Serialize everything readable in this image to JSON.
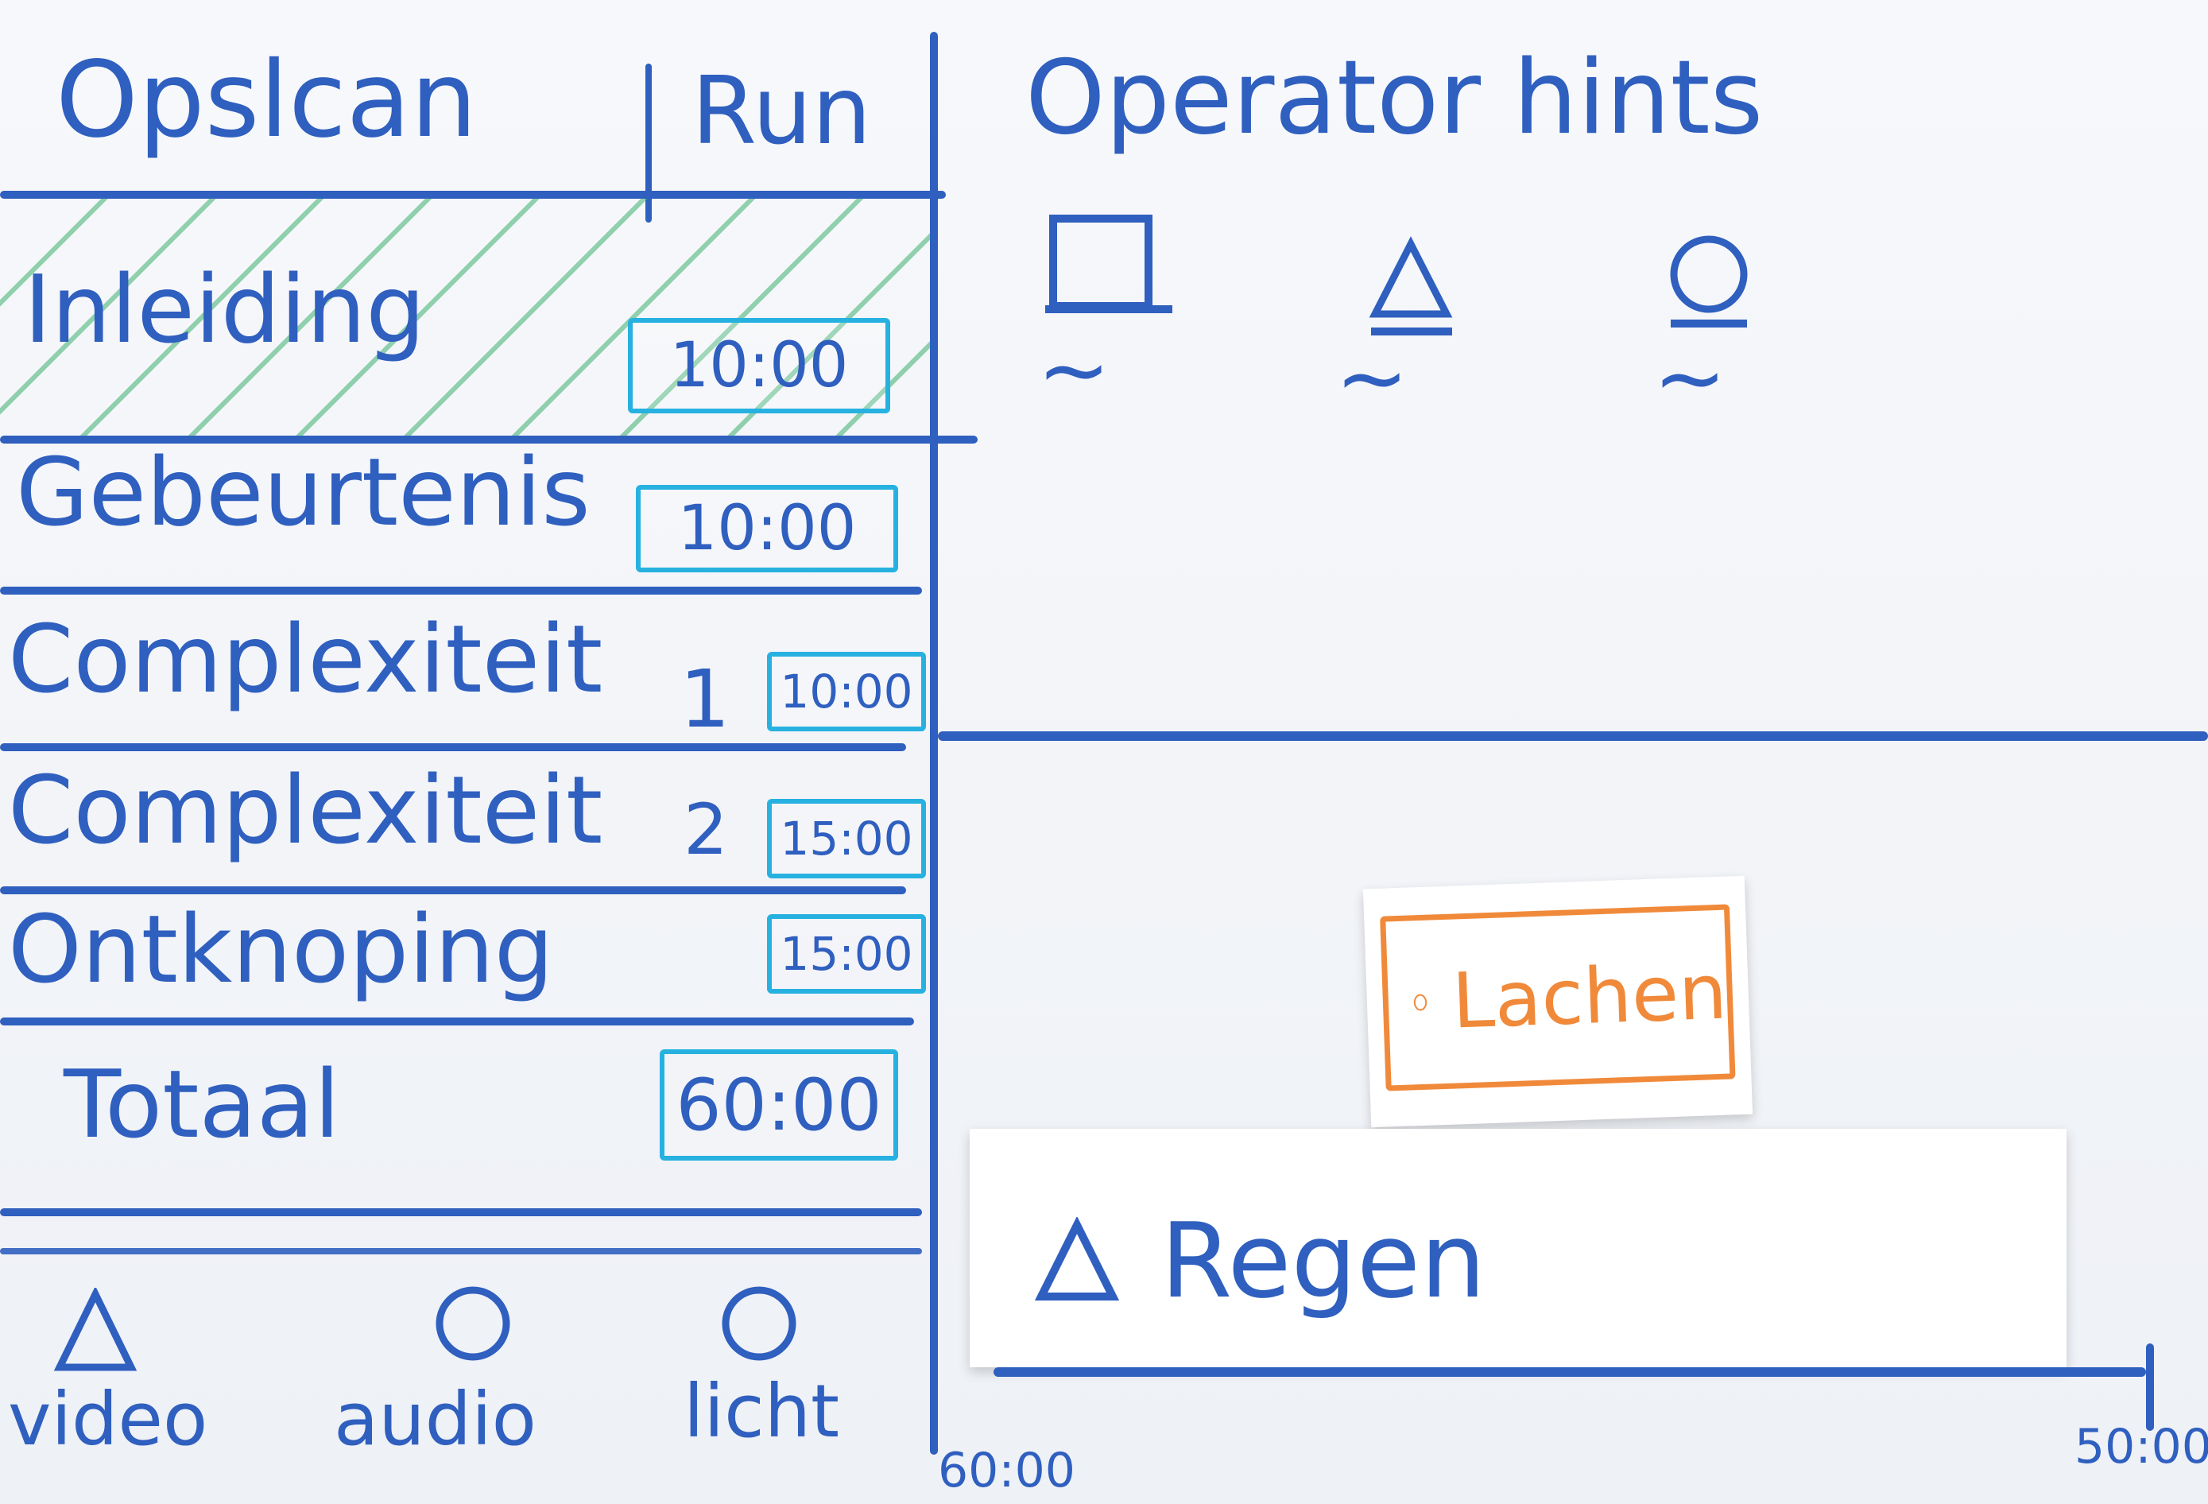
{
  "header": {
    "title": "Opslcan",
    "run_label": "Run",
    "hints_title": "Operator hints"
  },
  "schedule": {
    "rows": [
      {
        "label": "Inleiding",
        "time": "10:00",
        "active": true
      },
      {
        "label": "Gebeurtenis",
        "time": "10:00"
      },
      {
        "label": "Complexiteit",
        "number": "1",
        "time": "10:00"
      },
      {
        "label": "Complexiteit",
        "number": "2",
        "time": "15:00"
      },
      {
        "label": "Ontknoping",
        "time": "15:00"
      }
    ],
    "total": {
      "label": "Totaal",
      "time": "60:00"
    }
  },
  "cues": [
    {
      "icon": "triangle-icon",
      "label": "video"
    },
    {
      "icon": "circle-icon",
      "label": "audio"
    },
    {
      "icon": "circle-icon",
      "label": "licht"
    }
  ],
  "hint_keys": [
    {
      "icon": "square-icon"
    },
    {
      "icon": "triangle-icon"
    },
    {
      "icon": "circle-icon"
    }
  ],
  "timeline": {
    "cards": [
      {
        "icon": "circle-icon",
        "label": "Lachen",
        "color": "#f08a3a"
      },
      {
        "icon": "triangle-icon",
        "label": "Regen",
        "color": "#2f5fbf"
      }
    ],
    "start": "60:00",
    "end": "50:00"
  },
  "colors": {
    "ink": "#2f5fbf",
    "timer": "#27b1e0",
    "active_hatch": "#3caf6e",
    "cue_card": "#f08a3a"
  }
}
